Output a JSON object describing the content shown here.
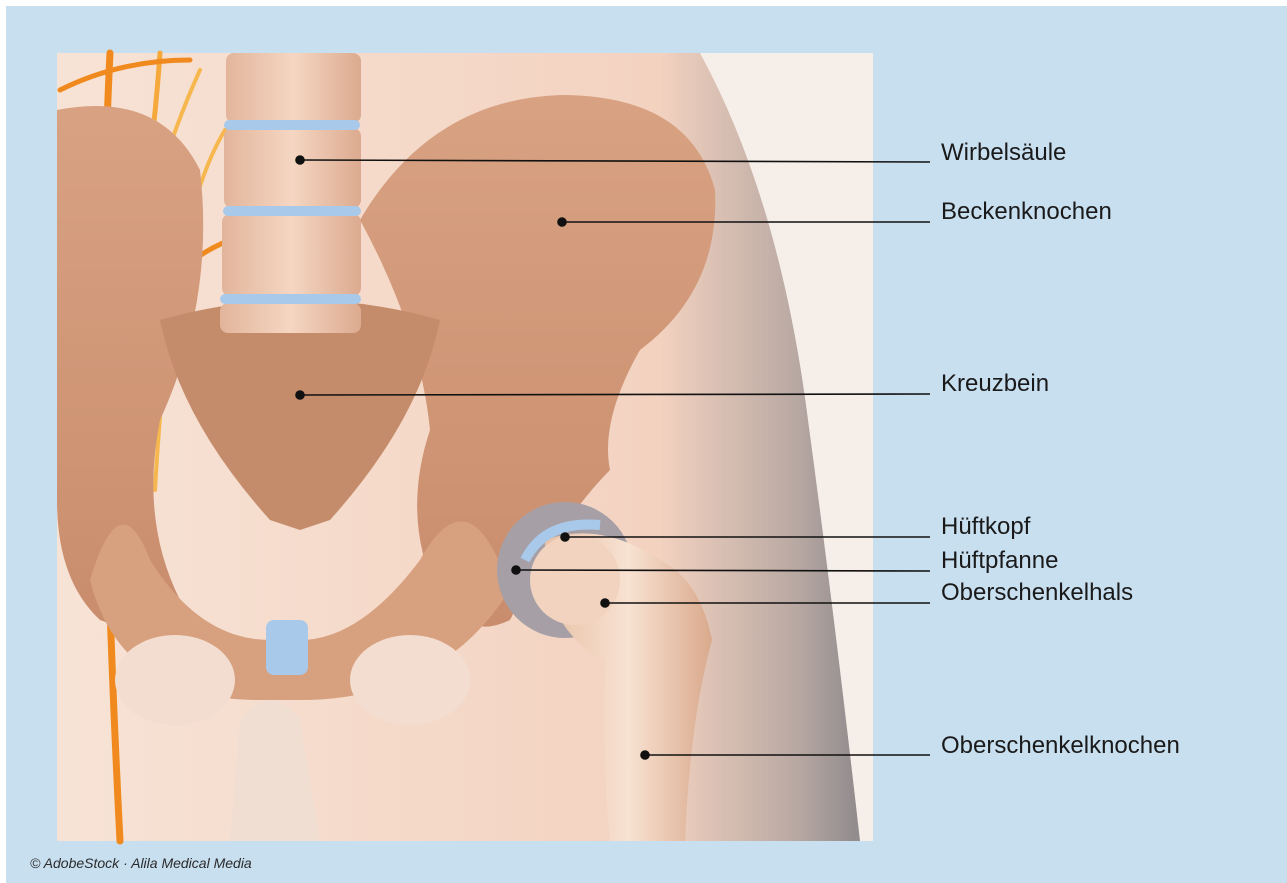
{
  "labels": {
    "wirbelsaeule": "Wirbelsäule",
    "beckenknochen": "Beckenknochen",
    "kreuzbein": "Kreuzbein",
    "hueftkopf": "Hüftkopf",
    "hueftpfanne": "Hüftpfanne",
    "oberschenkelhals": "Oberschenkelhals",
    "oberschenkelknochen": "Oberschenkelknochen"
  },
  "credit": "© AdobeStock · Alila Medical Media",
  "colors": {
    "frame": "#c8dff0",
    "skin": "#f5d9c9",
    "bone": "#d49a7c",
    "bone_light": "#e9c4ad",
    "cartilage": "#a9c9ea",
    "nerve": "#f08a1e",
    "leader_line": "#111111"
  }
}
